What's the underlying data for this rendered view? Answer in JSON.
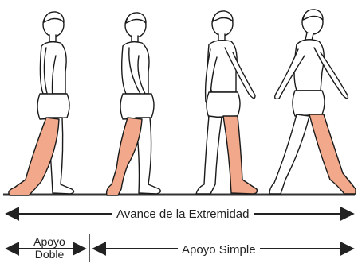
{
  "colors": {
    "leg_highlight": "#f2a88a",
    "outline": "#1a1a1a",
    "skin": "#ffffff",
    "ground": "#333333"
  },
  "figures": [
    {
      "name": "standing-figure",
      "highlight": "left-leg"
    },
    {
      "name": "early-swing-figure",
      "highlight": "left-leg"
    },
    {
      "name": "mid-swing-figure",
      "highlight": "left-leg"
    },
    {
      "name": "terminal-swing-figure",
      "highlight": "left-leg"
    }
  ],
  "labels": {
    "avance": "Avance de la Extremidad",
    "apoyo_doble_line1": "Apoyo",
    "apoyo_doble_line2": "Doble",
    "apoyo_simple": "Apoyo Simple"
  }
}
